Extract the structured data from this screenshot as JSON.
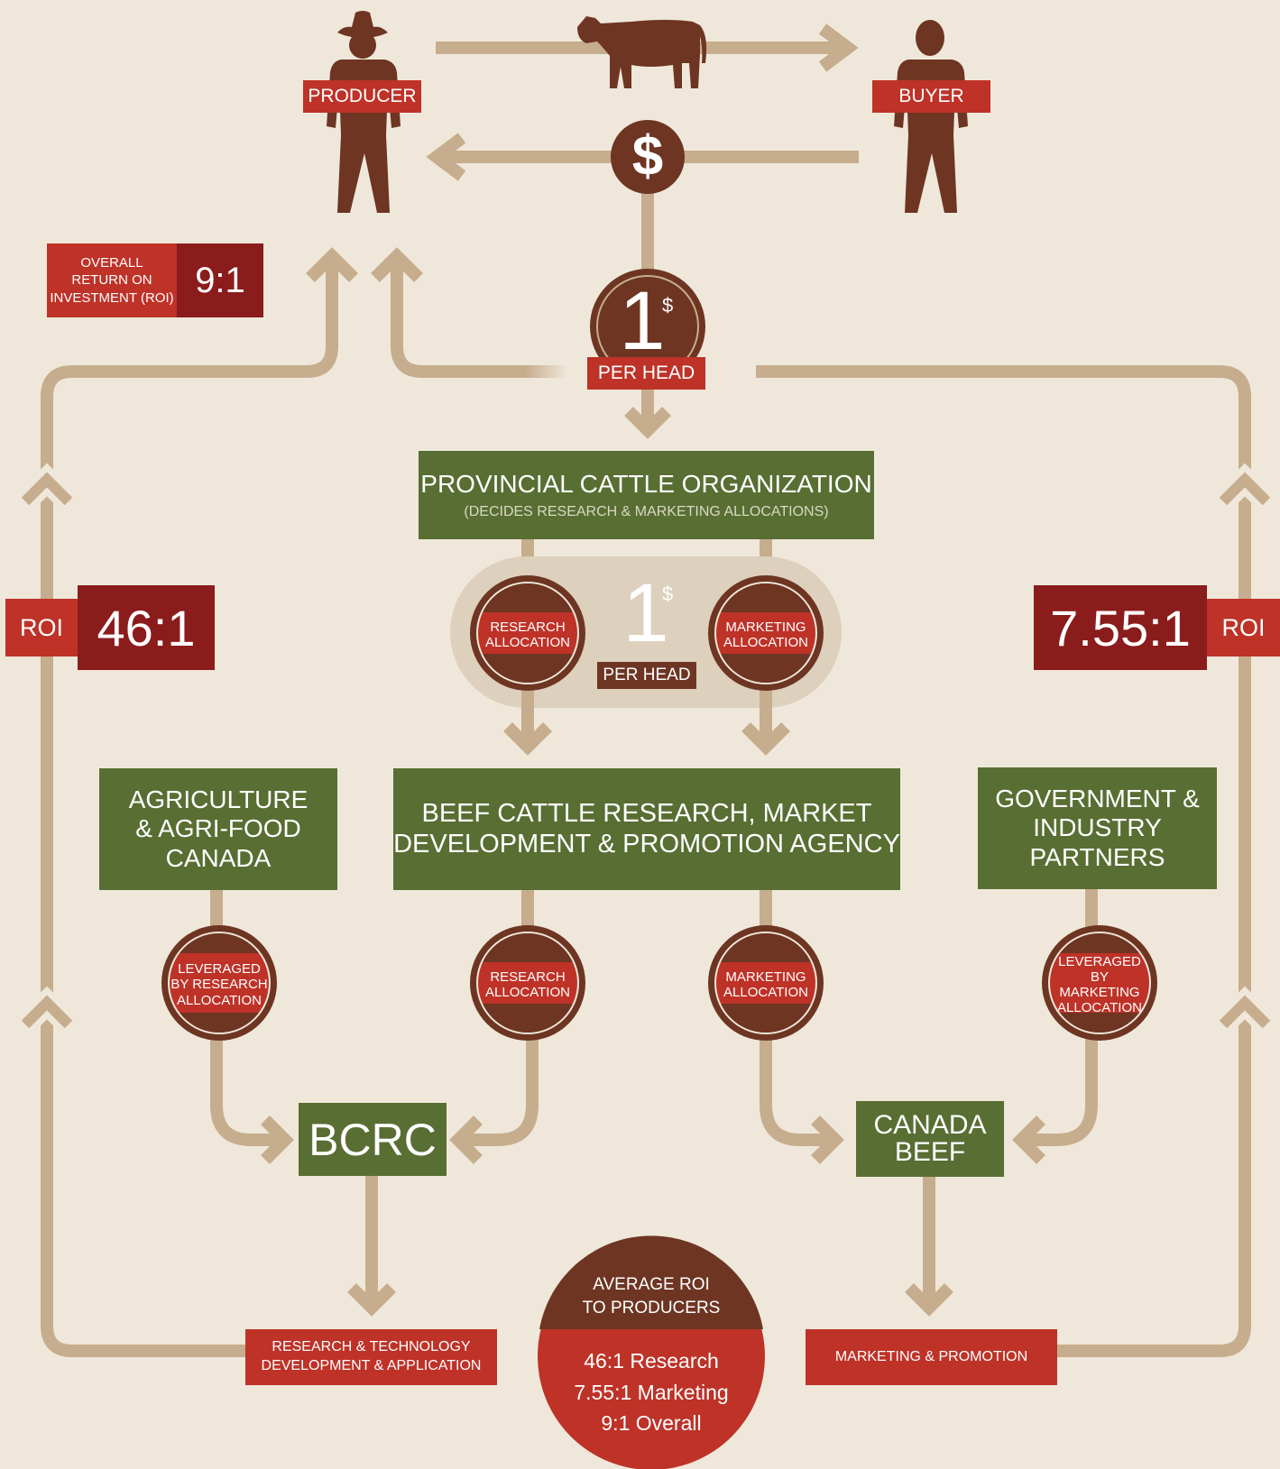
{
  "colors": {
    "background": "#efe8da",
    "arrow_tan": "#c6ad8d",
    "brown": "#6e3523",
    "red": "#be3228",
    "dark_red": "#8b1c1c",
    "green": "#596e33"
  },
  "top": {
    "producer_label": "PRODUCER",
    "buyer_label": "BUYER",
    "dollar_symbol": "$",
    "levy_amount": "1",
    "levy_sup": "$",
    "levy_unit": "PER HEAD"
  },
  "overall_roi": {
    "label": "OVERALL RETURN ON INVESTMENT (ROI)",
    "label_line1": "OVERALL",
    "label_line2": "RETURN ON",
    "label_line3": "INVESTMENT (ROI)",
    "value": "9:1"
  },
  "research_roi": {
    "label": "ROI",
    "value": "46:1"
  },
  "marketing_roi": {
    "label": "ROI",
    "value": "7.55:1"
  },
  "provincial": {
    "title": "PROVINCIAL CATTLE ORGANIZATION",
    "subtitle": "(DECIDES RESEARCH & MARKETING ALLOCATIONS)"
  },
  "split": {
    "amount": "1",
    "sup": "$",
    "unit": "PER HEAD",
    "research_line1": "RESEARCH",
    "research_line2": "ALLOCATION",
    "marketing_line1": "MARKETING",
    "marketing_line2": "ALLOCATION"
  },
  "boxes": {
    "aafc_line1": "AGRICULTURE",
    "aafc_line2": "& AGRI-FOOD",
    "aafc_line3": "CANADA",
    "agency_line1": "BEEF CATTLE RESEARCH, MARKET",
    "agency_line2": "DEVELOPMENT & PROMOTION AGENCY",
    "partners_line1": "GOVERNMENT &",
    "partners_line2": "INDUSTRY",
    "partners_line3": "PARTNERS",
    "bcrc": "BCRC",
    "canada_beef_line1": "CANADA",
    "canada_beef_line2": "BEEF"
  },
  "circles": {
    "lev_research_line1": "LEVERAGED",
    "lev_research_line2": "BY RESEARCH",
    "lev_research_line3": "ALLOCATION",
    "research_line1": "RESEARCH",
    "research_line2": "ALLOCATION",
    "marketing_line1": "MARKETING",
    "marketing_line2": "ALLOCATION",
    "lev_marketing_line1": "LEVERAGED",
    "lev_marketing_line2": "BY MARKETING",
    "lev_marketing_line3": "ALLOCATION"
  },
  "outcomes": {
    "research_line1": "RESEARCH & TECHNOLOGY",
    "research_line2": "DEVELOPMENT & APPLICATION",
    "marketing": "MARKETING & PROMOTION"
  },
  "average": {
    "title_line1": "AVERAGE ROI",
    "title_line2": "TO PRODUCERS",
    "research": "46:1 Research",
    "marketing": "7.55:1 Marketing",
    "overall": "9:1 Overall"
  }
}
